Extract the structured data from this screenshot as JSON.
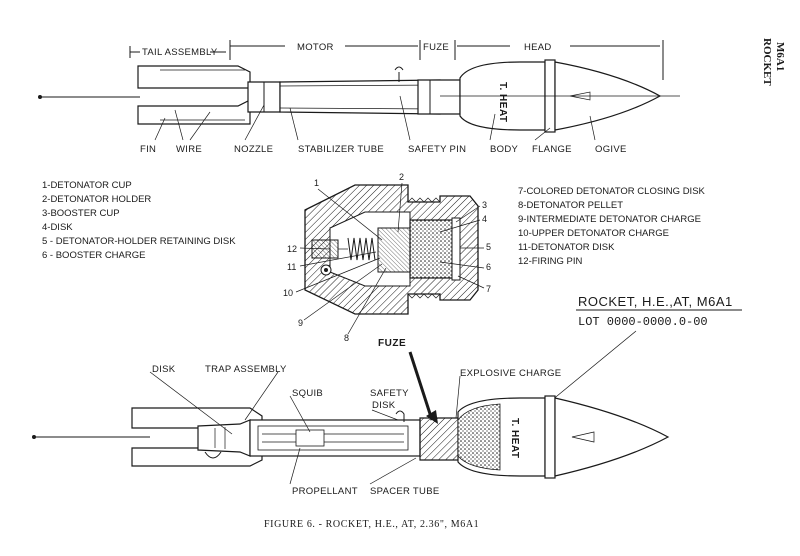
{
  "side_title": {
    "line1": "M6A1",
    "line2": "ROCKET"
  },
  "top_sections": {
    "tail_assembly": "TAIL ASSEMBLY",
    "motor": "MOTOR",
    "fuze": "FUZE",
    "head": "HEAD"
  },
  "top_parts": {
    "fin": "FIN",
    "wire": "WIRE",
    "nozzle": "NOZZLE",
    "stabilizer_tube": "STABILIZER TUBE",
    "safety_pin": "SAFETY PIN",
    "body": "BODY",
    "flange": "FLANGE",
    "ogive": "OGIVE"
  },
  "top_body_stencil": "T. HEAT",
  "legend_left": [
    "1-DETONATOR CUP",
    "2-DETONATOR HOLDER",
    "3-BOOSTER CUP",
    "4-DISK",
    "5 - DETONATOR-HOLDER RETAINING DISK",
    "6 - BOOSTER CHARGE"
  ],
  "legend_right": [
    "7-COLORED DETONATOR CLOSING DISK",
    "8-DETONATOR PELLET",
    "9-INTERMEDIATE DETONATOR CHARGE",
    "10-UPPER DETONATOR CHARGE",
    "11-DETONATOR DISK",
    "12-FIRING PIN"
  ],
  "fuze_numbers": {
    "n1": "1",
    "n2": "2",
    "n3": "3",
    "n4": "4",
    "n5": "5",
    "n6": "6",
    "n7": "7",
    "n8": "8",
    "n9": "9",
    "n10": "10",
    "n11": "11",
    "n12": "12"
  },
  "stamp": {
    "line1": "ROCKET, H.E.,AT, M6A1",
    "line2": "LOT 0000-0000.0-00"
  },
  "bottom_parts": {
    "fuze": "FUZE",
    "disk": "DISK",
    "trap_assembly": "TRAP ASSEMBLY",
    "squib": "SQUIB",
    "safety_disk_1": "SAFETY",
    "safety_disk_2": "DISK",
    "explosive_charge": "EXPLOSIVE CHARGE",
    "propellant": "PROPELLANT",
    "spacer_tube": "SPACER TUBE"
  },
  "bottom_body_stencil": "T. HEAT",
  "caption": "FIGURE 6. - ROCKET, H.E., AT, 2.36\", M6A1"
}
